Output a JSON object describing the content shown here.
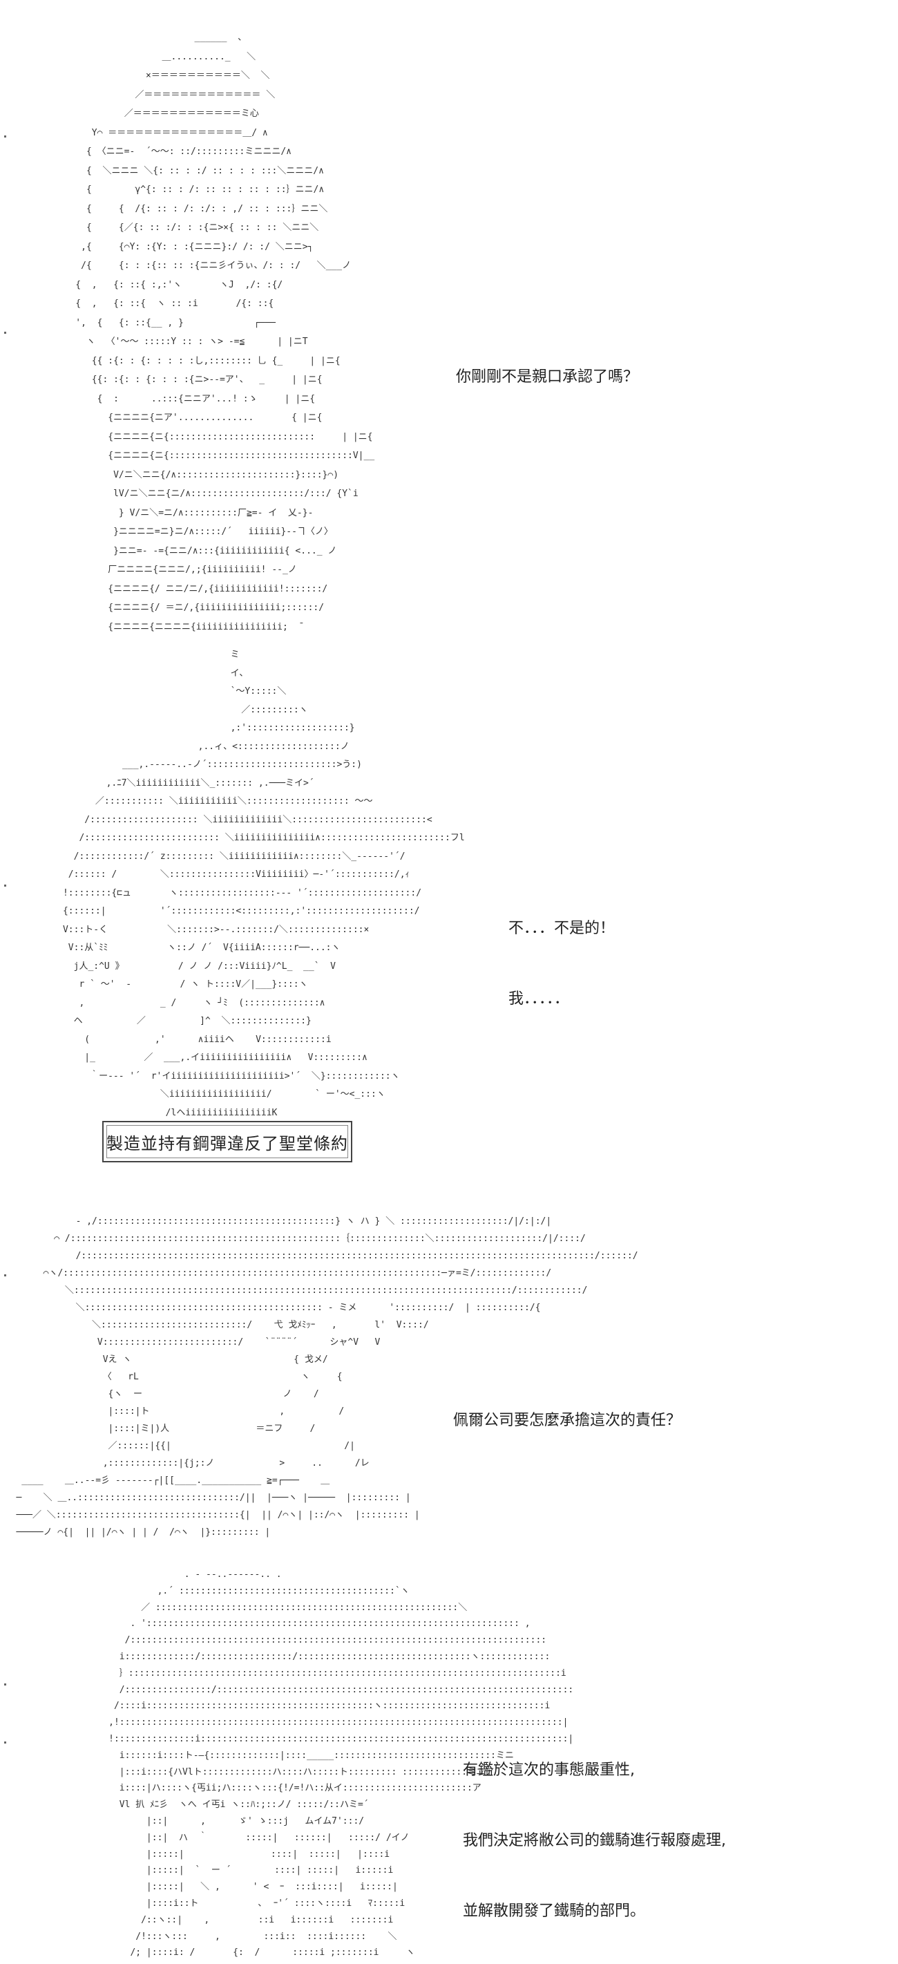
{
  "panels": [
    {
      "dialog": [
        "你剛剛不是親口承認了嗎？"
      ],
      "art": [
        "                          ______  、",
        "                    ＿.........._   ＼",
        "                 ×＝＝＝＝＝＝＝＝＝＝＼  ＼",
        "               ／＝＝＝＝＝＝＝＝＝＝＝＝＝ ＼",
        "             ／＝＝＝＝＝＝＝＝＝＝＝＝ミ心",
        "       Y⌒ ＝＝＝＝＝＝＝＝＝＝＝＝＝＝＝＿/ ∧",
        "      { 〈ニニ=‐  ´〜〜: ::/:::::::::ミニニニ/∧",
        "      {  ＼ニニニ ＼{: :: : :/ :: : : : :::＼ニニニ/∧",
        "      {        γ^{: :: : /: :: :: : :: : ::｝ニニ/∧",
        "      {     {  /{: :: : /: :/: : ,/ :: : :::｝ニニ＼",
        "      {     {／{: :: :/: : :{ニ>×{ :: : :: ＼ニニ＼",
        "     ,{     {⌒Y: :{Y: : :{ニニニ}:/ /: :/ ＼ニニ>┐",
        "     /{     {: : :{:: :: :{ニニ彡イうぃ、/: : :/   ＼___ノ",
        "    {  ,   {: ::{ :,:'ヽ       ヽJ  ,/: :{/",
        "    {  ,   {: ::{  ヽ :: :i       /{: ::{",
        "    ',  {   {: ::{__ , }             ┌───",
        "      ヽ  〈'〜〜 :::::Y :: : ヽ> -=≦      | |ニT",
        "       {{ :{: : {: : : : :し,:::::::: 乚 {_     | |ニ{",
        "       {{: :{: : {: : : :{ニ>‐‐=ア'、  _     | |ニ{",
        "        {  :      ..:::{ニニア'...! :ゝ     | |ニ{",
        "          {ニニニニ{ニア'..............       { |ニ{",
        "          {ニニニニ{ニ{:::::::::::::::::::::::::::     | |ニ{",
        "          {ニニニニ{ニ{::::::::::::::::::::::::::::::::::V|__",
        "           V/ニ＼ニニ{/∧::::::::::::::::::::::}::::}⌒)",
        "           lV/ニ＼ニニ{ニ/∧:::::::::::::::::::::/:::/ {Y`i",
        "            } V/ニ＼=ニ/∧::::::::::厂≧=- イ  乂-}-",
        "           }ニニニニ=ニ}ニ/∧:::::/´   iiiiii}--ヿ〈ノ〉",
        "           }ニニ=- -={ニニ/∧:::{iiiiiiiiiiii{ <..._ ノ",
        "          厂ニニニニ{ニニニ/,;{iiiiiiiiii! ‐‐_ノ",
        "          {ニニニニ{/ ニニ/ニ/,{iiiiiiiiiiii!:::::::/",
        "          {ニニニニ{/ ＝ニ/,{iiiiiiiiiiiiiii;::::::/",
        "          {ニニニニ{ニニニニ{iiiiiiiiiiiiiiii;  ̄"
      ]
    },
    {
      "dialog": [
        "不．．．不是的！",
        "我．．．．．"
      ],
      "art": [
        "                                     ミ",
        "                                     イ、",
        "                                     `〜Y:::::＼",
        "                                       ／:::::::::ヽ",
        "                                     ,:':::::::::::::::::::}",
        "                               ,..ィ、<:::::::::::::::::::ノ",
        "                 ___,.-----..-ノ´::::::::::::::::::::::::>う:)",
        "              ,.ﾆ7＼iiiiiiiiiiii＼_::::::: ,.───ミイ>´",
        "            ／::::::::::: ＼iiiiiiiiiii＼::::::::::::::::::: 〜〜",
        "          /:::::::::::::::::::: ＼iiiiiiiiiiiii＼:::::::::::::::::::::::::<",
        "         /::::::::::::::::::::::::: ＼iiiiiiiiiiiiiii∧::::::::::::::::::::::::フl",
        "        /::::::::::::/´ z::::::::: ＼iiiiiiiiiiii∧::::::::＼_-----‐'´/",
        "       /:::::: /        ＼::::::::::::::::Viiiiiiii〉─‐'´:::::::::::/,ｨ",
        "      !::::::::{⊏ュ       ヽ::::::::::::::::::--‐ '´::::::::::::::::::::/",
        "      {::::::|          '´::::::::::::<:::::::::,:'::::::::::::::::::::/",
        "      V:::ト-く           ＼:::::::>--.:::::::/＼::::::::::::::×",
        "       V::从`ﾐﾐ           ヽ::ノ /´  V{iiiiA::::::r──...:ヽ",
        "        j人_:^U 》          / ノ ノ /:::Viiii}ﾉ^L_  __`  V",
        "         r ` 〜'  -         / ヽ ト::::V／|___}::::ヽ",
        "         ,              _ /     ヽ ┘ﾐ  (::::::::::::::∧",
        "        ヘ          ／          ]^  ＼::::::::::::::}",
        "          (            ,'      ∧iiiiヘ    V::::::::::::i",
        "          |_         ／  ___,.イiiiiiiiiiiiiiiii∧   V:::::::::∧",
        "           ｀ー--‐ '´  r'イiiiiiiiiiiiiiiiiiiiii>'´  ＼}::::::::::::ヽ",
        "                        ＼iiiiiiiiiiiiiiiiii/        ` ー'〜<_:::ヽ",
        "                         /lヘiiiiiiiiiiiiiiiiK"
      ]
    },
    {
      "caption": "製造並持有鋼彈違反了聖堂條約"
    },
    {
      "dialog": [
        "佩爾公司要怎麼承擔這次的責任？"
      ],
      "art": [
        "              ‐ ,/::::::::::::::::::::::::::::::::::::::::::::} ヽ ハ } ＼ ::::::::::::::::::::/|/:|:/|",
        "          ⌒ /::::::::::::::::::::::::::::::::::::::::::::::::::｛::::::::::::::＼::::::::::::::::::::/|/::::/",
        "              /:::::::::::::::::::::::::::::::::::::::::::::::::::::::::::::::::::::::::::::::::::::::::::::::/::::::/",
        "        ⌒ヽ/::::::::::::::::::::::::::::::::::::::::::::::::::::::::::::::::::::::─ァ=ミ/:::::::::::::/",
        "            ＼:::::::::::::::::::::::::::::::::::::::::::::::::::::::::::::::::::::::::::::::::/::::::::::::/",
        "              ＼:::::::::::::::::::::::::::::::::::::::::::: - ミメ      '::::::::::/  | ::::::::::/{",
        "                 ＼:::::::::::::::::::::::::::/    弋 戈ﾒﾐｯｰ   ,       l'  V::::/",
        "                  V:::::::::::::::::::::::::/    `¨¨¨¨´      シャ^V   V",
        "                   Vえ ヽ                              { 戈メ/",
        "                   〈   rL                              ヽ     {",
        "                    {ヽ  ー                          ノ    /",
        "                    |::::|ト                        ,          /",
        "                    |::::|ミ|)人                ＝ニフ     /",
        "                    ／::::::|{{|                                /|",
        "                   ,:::::::::::::|{j;:ノ            >     ..      /レ",
        "    ____    ＿..--=彡 ‐‐‐‐‐‐‐┌|[[____.___________ ≧=┌───    ＿",
        "   ─    ＼ ＿..::::::::::::::::::::::::::::::/||  |───ヽ |─────  |::::::::: |",
        "   ───／ ＼::::::::::::::::::::::::::::::::::{|  || /⌒ヽ| |::/⌒ヽ  |::::::::: |",
        "   ─────ノ ⌒{|  || |/⌒ヽ | | /  /⌒ヽ  |}::::::::: |"
      ]
    },
    {
      "dialog": [
        "有鑑於這次的事態嚴重性,",
        "我們決定將敝公司的鐵騎進行報廢處理,",
        "並解散開發了鐵騎的部門。"
      ],
      "art": [
        "                   . - ‐-..------.. .",
        "              ,.´ ::::::::::::::::::::::::::::::::::::::::`ヽ",
        "           ／ ::::::::::::::::::::::::::::::::::::::::::::::::::::::::＼",
        "         . '::::::::::::::::::::::::::::::::::::::::::::::::::::::::::::::::::::: ,",
        "        /:::::::::::::::::::::::::::::::::::::::::::::::::::::::::::::::::::::::::::::",
        "       i:::::::::::::/:::::::::::::::::/::::::::::::::::::::::::::::::::ヽ:::::::::::::",
        "       ｝::::::::::::::::::::::::::::::::::::::::::::::::::::::::::::::::::::::::::::::::i",
        "       /::::::::::::::::/::::::::::::::::::::::::::::::::::::::::::::::::::::::::::::::::::",
        "      /::::i::::::::::::::::::::::::::::::::::::::::::ヽ::::::::::::::::::::::::::::::i",
        "     ,!::::::::::::::::::::::::::::::::::::::::::::::::::::::::::::::::::::::::::::::::::|",
        "     !:::::::::::::::i::::::::::::::::::::::::::::::::::::::::::::::::::::::::::::::::::::|",
        "       i::::::i::::ト-―{:::::::::::::|::::_____::::::::::::::::::::::::::::::ミニ",
        "       |:::i::::{ハVlト:::::::::::::ハ::::ハ:::::ト::::::::: ::::::::::::ミニア",
        "       i::::|ハ::::ヽ{丐ii;ハ::::ヽ:::{!/=!ハ::从イ::::::::::::::::::::::::ア",
        "       Vl 扒 ﾒﾆ彡  ヽへ イ丐i ヽ::ﾊ:;::ノ/ :::::/::ハミ=´",
        "            |::|      ,      ゞ' ゝ:::j   ムイム7':::/",
        "            |::|  ハ  ｀       :::::|   ::::::|   :::::/ /イノ",
        "            |:::::|                ::::|  :::::|   |::::i",
        "            |:::::|  `  ー ´        ::::| :::::|   i:::::i",
        "            |:::::|   ＼ ,      ' <  ｰ  :::i::::|   i:::::|",
        "            |::::i::ト           ､  ｰ'´ ::::ヽ::::i   ﾏ:::::i",
        "           /::ヽ::|    ,         ::i   i::::::i   :::::::i",
        "          /!:::ヽ:::     ,        :::i::  ::::i::::::    ＼",
        "         /; |::::i: /       {:  /      :::::i ;:::::::i     ヽ"
      ]
    }
  ]
}
